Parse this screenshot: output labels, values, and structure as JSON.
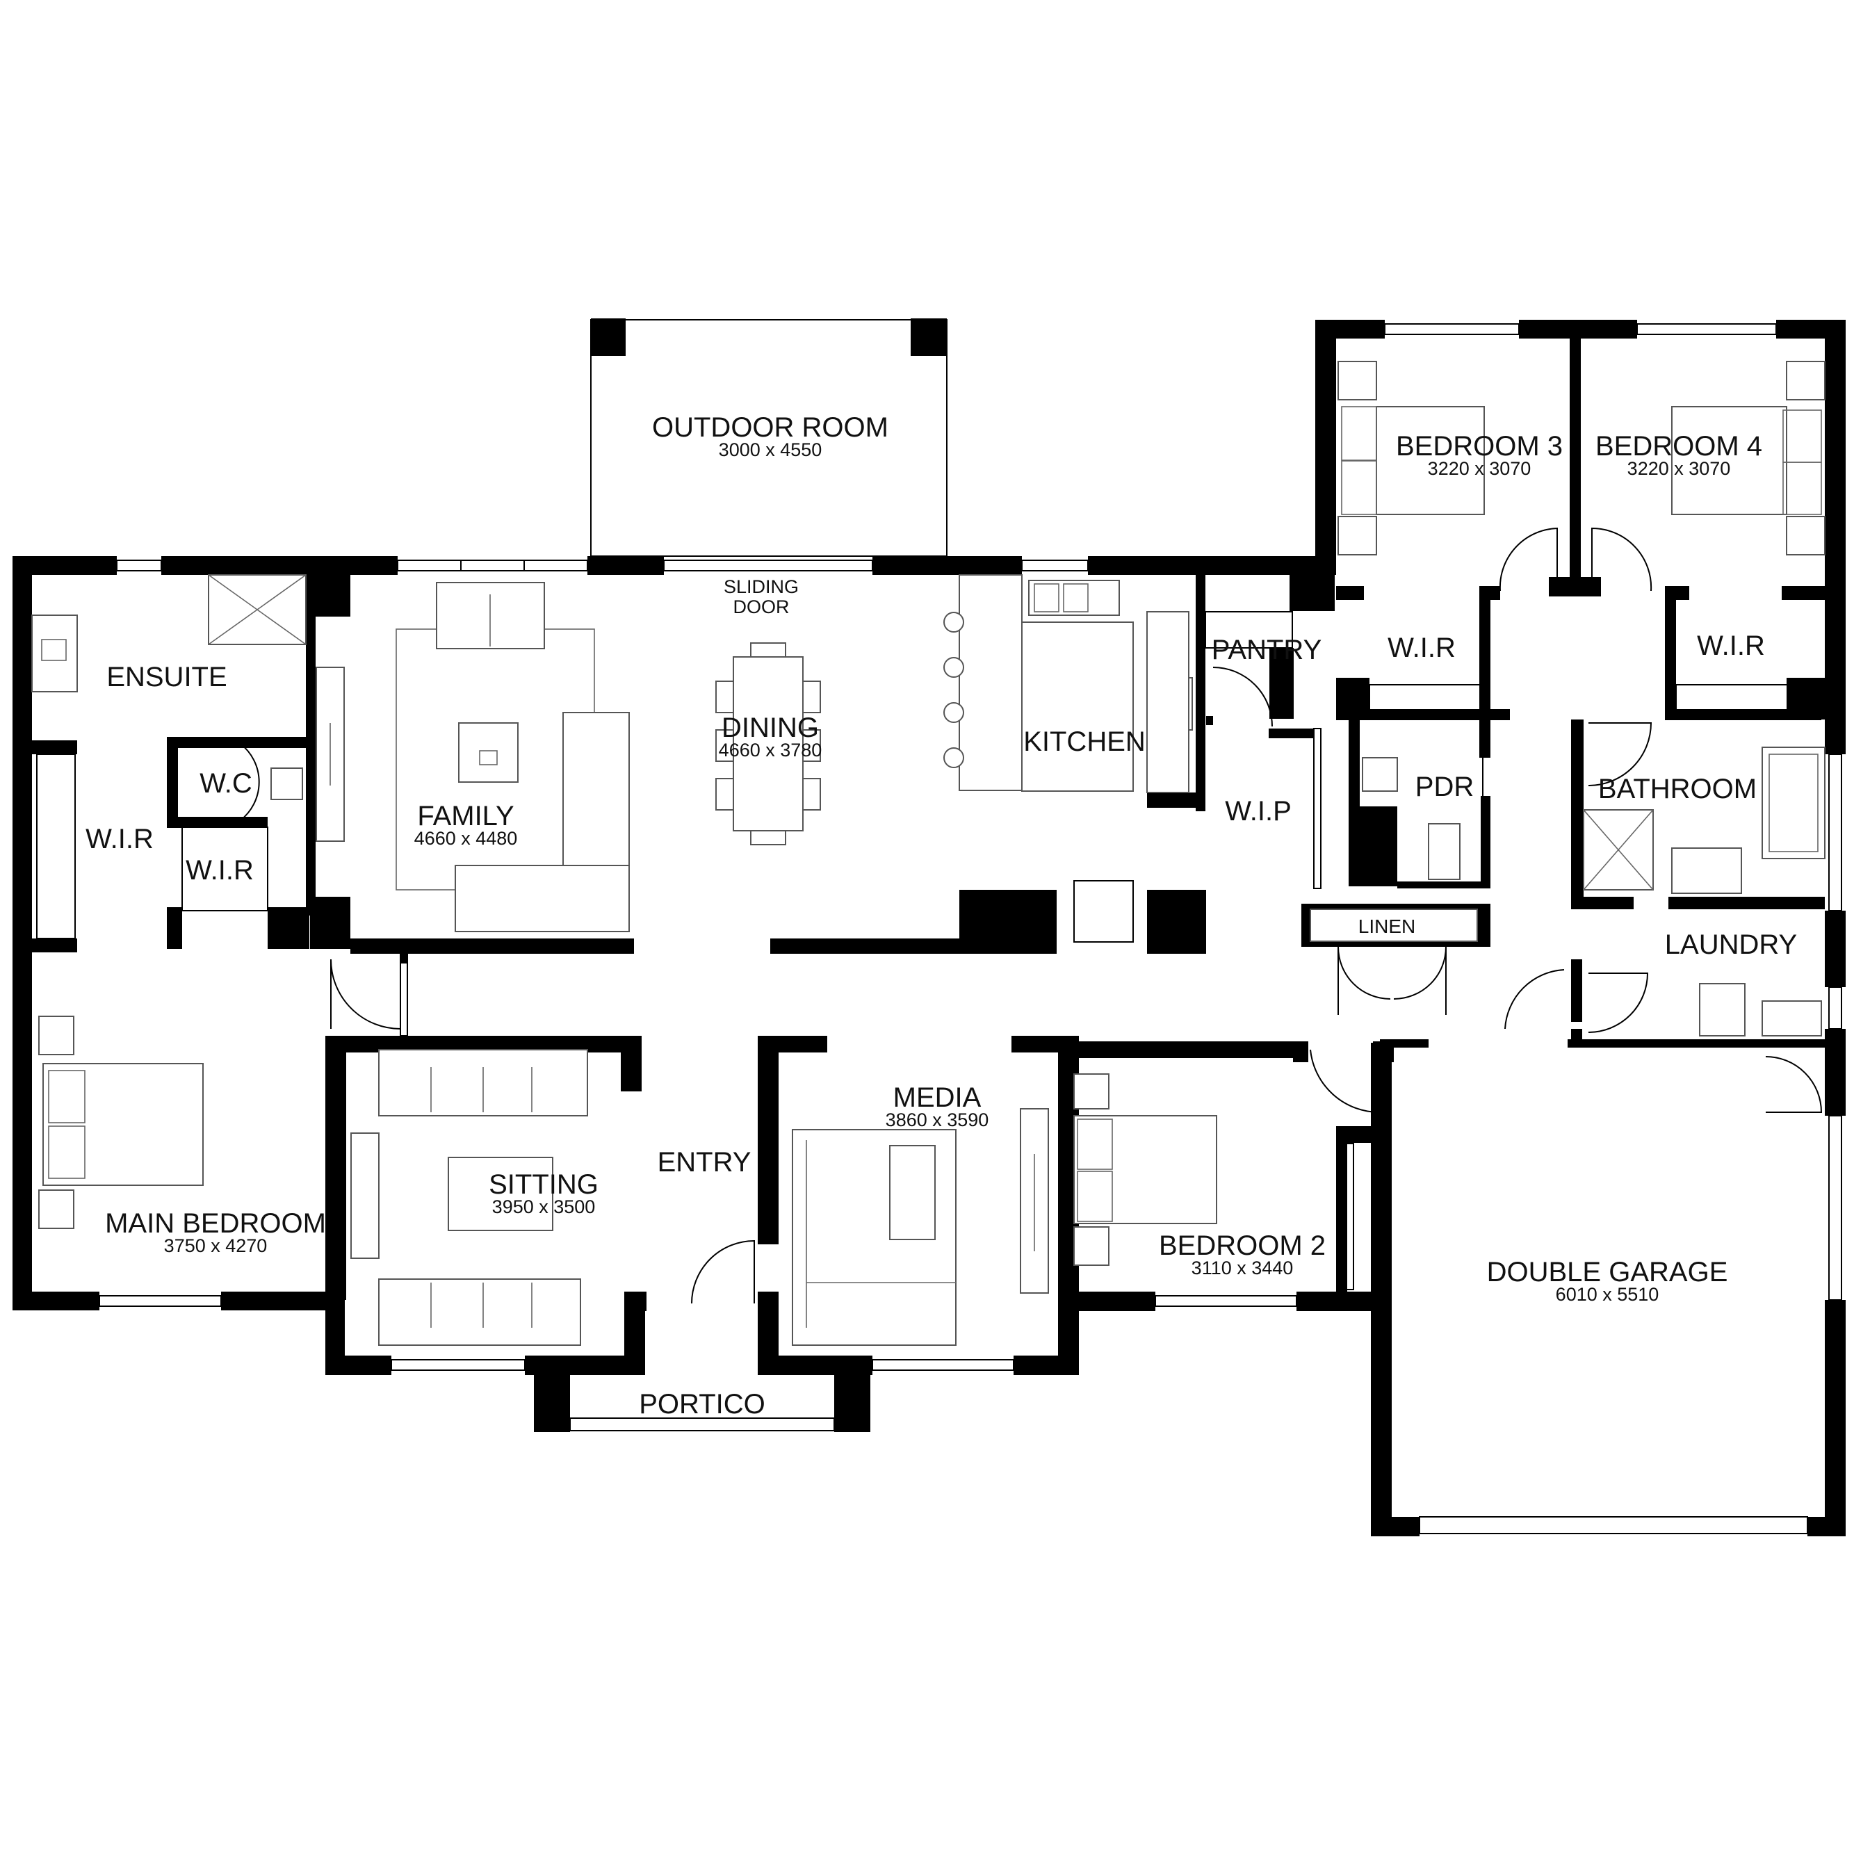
{
  "plan": {
    "rooms": {
      "outdoor_room": {
        "name": "OUTDOOR ROOM",
        "dim": "3000 x  4550"
      },
      "bedroom3": {
        "name": "BEDROOM 3",
        "dim": "3220 x  3070"
      },
      "bedroom4": {
        "name": "BEDROOM 4",
        "dim": "3220 x  3070"
      },
      "ensuite": {
        "name": "ENSUITE"
      },
      "wc": {
        "name": "W.C"
      },
      "wir_main_left": {
        "name": "W.I.R"
      },
      "wir_main_right": {
        "name": "W.I.R"
      },
      "family": {
        "name": "FAMILY",
        "dim": "4660 x  4480"
      },
      "dining": {
        "name": "DINING",
        "dim": "4660 x  3780"
      },
      "sliding_door": {
        "line1": "SLIDING",
        "line2": "DOOR"
      },
      "kitchen": {
        "name": "KITCHEN"
      },
      "pantry": {
        "name": "PANTRY"
      },
      "wip": {
        "name": "W.I.P"
      },
      "wir_bed3": {
        "name": "W.I.R"
      },
      "wir_bed4": {
        "name": "W.I.R"
      },
      "pdr": {
        "name": "PDR"
      },
      "bathroom": {
        "name": "BATHROOM"
      },
      "linen": {
        "name": "LINEN"
      },
      "laundry": {
        "name": "LAUNDRY"
      },
      "main_bedroom": {
        "name": "MAIN BEDROOM",
        "dim": "3750 x  4270"
      },
      "sitting": {
        "name": "SITTING",
        "dim": "3950 x  3500"
      },
      "entry": {
        "name": "ENTRY"
      },
      "media": {
        "name": "MEDIA",
        "dim": "3860 x  3590"
      },
      "bedroom2": {
        "name": "BEDROOM 2",
        "dim": "3110 x  3440"
      },
      "double_garage": {
        "name": "DOUBLE GARAGE",
        "dim": "6010 x  5510"
      },
      "portico": {
        "name": "PORTICO"
      }
    },
    "colors": {
      "wall": "#000000",
      "background": "#ffffff",
      "furniture_stroke": "#555555"
    }
  }
}
